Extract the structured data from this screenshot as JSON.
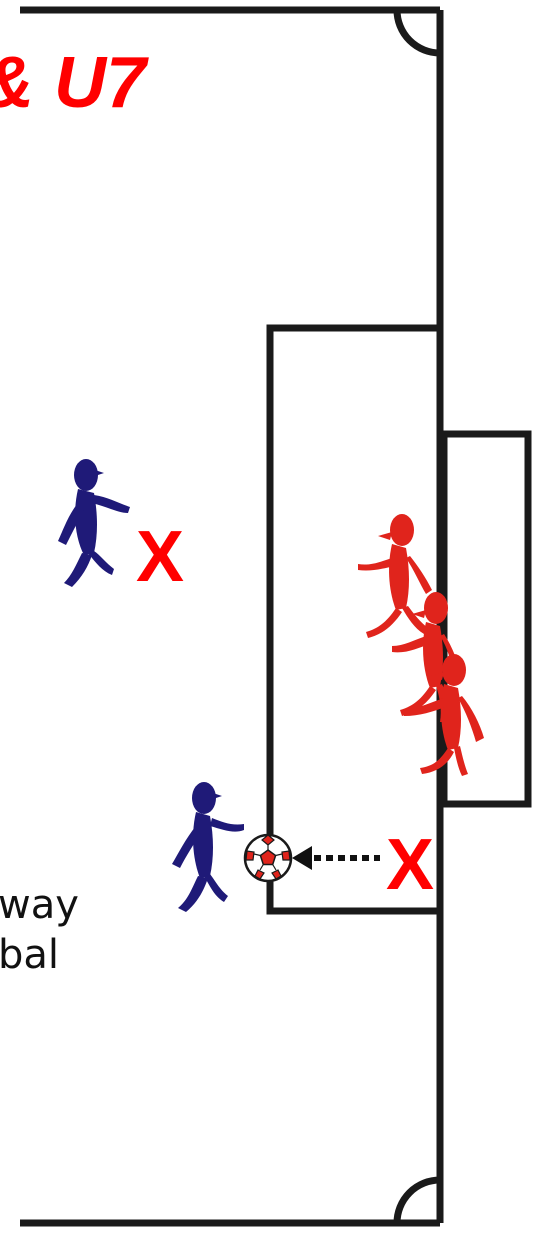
{
  "title": "& U7",
  "notes": [
    "way",
    "bal"
  ],
  "markers": [
    "X",
    "X"
  ],
  "colors": {
    "line": "#1a1a1a",
    "team_blue": "#1f1a78",
    "team_red": "#e0241c",
    "accent": "#ff0000"
  },
  "icons": [
    "player-blue-icon",
    "player-red-icon",
    "soccer-ball-icon",
    "dotted-arrow-icon"
  ]
}
